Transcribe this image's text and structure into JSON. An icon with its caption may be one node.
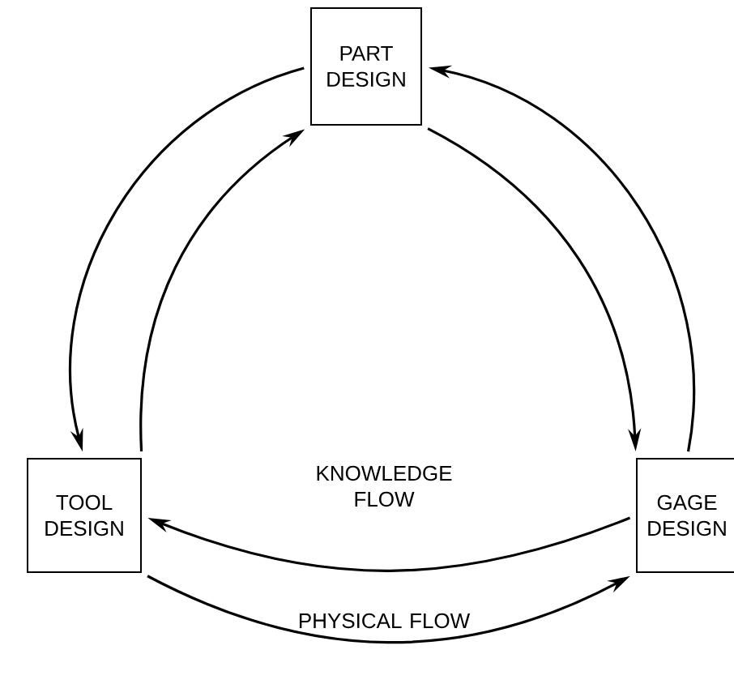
{
  "diagram": {
    "nodes": [
      {
        "text": [
          "PART DESIGN"
        ]
      },
      {
        "text": [
          "TOOL DESIGN"
        ]
      },
      {
        "text": [
          "GAGE DESIGN"
        ]
      }
    ],
    "edges": [
      {
        "from": 0,
        "to": 1,
        "arrow": "to"
      },
      {
        "from": 1,
        "to": 0,
        "arrow": "to"
      },
      {
        "from": 0,
        "to": 2,
        "arrow": "to"
      },
      {
        "from": 2,
        "to": 0,
        "arrow": "to"
      },
      {
        "from": 2,
        "to": 1,
        "arrow": "to",
        "label": "KNOWLEDGE FLOW"
      },
      {
        "from": 1,
        "to": 2,
        "arrow": "to",
        "label": "PHYSICAL FLOW"
      }
    ]
  }
}
